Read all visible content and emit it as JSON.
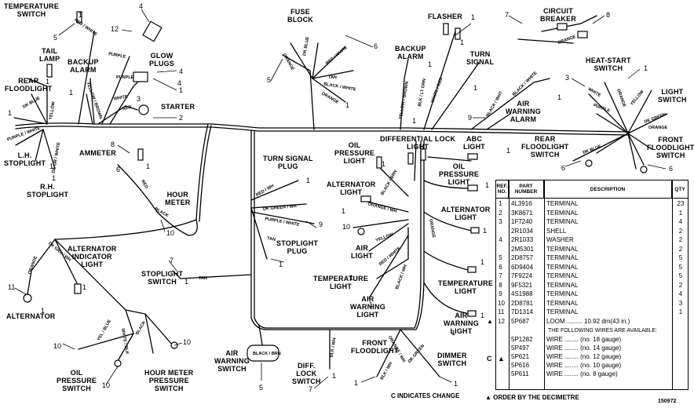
{
  "labels": {
    "temperature_switch": "TEMPERATURE\nSWITCH",
    "tail_lamp": "TAIL\nLAMP",
    "backup_alarm_left": "BACKUP\nALARM",
    "glow_plugs": "GLOW\nPLUGS",
    "rear_floodlight_left": "REAR\nFLOODLIGHT",
    "starter": "STARTER",
    "fuse_block": "FUSE\nBLOCK",
    "flasher": "FLASHER",
    "backup_alarm_top": "BACKUP\nALARM",
    "turn_signal": "TURN\nSIGNAL",
    "circuit_breaker": "CIRCUIT\nBREAKER",
    "heat_start_switch": "HEAT-START\nSWITCH",
    "light_switch": "LIGHT\nSWITCH",
    "air_warning_alarm": "AIR\nWARNING\nALARM",
    "lh_stoplight": "L.H.\nSTOPLIGHT",
    "rh_stoplight": "R.H.\nSTOPLIGHT",
    "ammeter": "AMMETER",
    "hour_meter": "HOUR\nMETER",
    "turn_signal_plug": "TURN SIGNAL\nPLUG",
    "oil_pressure_light_top": "OIL\nPRESSURE\nLIGHT",
    "differential_lock_light": "DIFFERENTIAL LOCK\nLIGHT",
    "abc_light": "ABC\nLIGHT",
    "rear_floodlight_switch": "REAR\nFLOODLIGHT\nSWITCH",
    "front_floodlight_switch": "FRONT\nFLOODLIGHT\nSWITCH",
    "alternator_light_left": "ALTERNATOR\nLIGHT",
    "oil_pressure_light_right": "OIL\nPRESSURE\nLIGHT",
    "alternator_light_right": "ALTERNATOR\nLIGHT",
    "alternator_indicator_light": "ALTERNATOR\nINDICATOR\nLIGHT",
    "stoplight_plug": "STOPLIGHT\nPLUG",
    "air_light": "AIR\nLIGHT",
    "stoplight_switch": "STOPLIGHT\nSWITCH",
    "temperature_light_left": "TEMPERATURE\nLIGHT",
    "temperature_light_right": "TEMPERATURE\nLIGHT",
    "alternator": "ALTERNATOR",
    "air_warning_light_left": "AIR\nWARNING\nLIGHT",
    "air_warning_light_right": "AIR\nWARNING\nLIGHT",
    "oil_pressure_switch": "OIL\nPRESSURE\nSWITCH",
    "hour_meter_pressure_switch": "HOUR METER\nPRESSURE\nSWITCH",
    "air_warning_switch": "AIR\nWARNING\nSWITCH",
    "diff_lock_switch": "DIFF.\nLOCK\nSWITCH",
    "front_floodlight": "FRONT\nFLOODLIGHT",
    "dimmer_switch": "DIMMER\nSWITCH",
    "c_indicates_change": "C INDICATES CHANGE",
    "order_by_decimetre": "▲ ORDER BY THE DECIMETRE",
    "drawing_number": "150972"
  },
  "wire_labels": {
    "red_white_1": "RED / WHITE",
    "purple": "PURPLE",
    "purple_2": "PURPLE",
    "white": "WHITE",
    "red": "RED",
    "yellow_brown": "YELLOW / BROWN",
    "dk_blue_1": "DK BLUE",
    "yellow_1": "YELLOW",
    "purple_white": "PURPLE / WHITE",
    "dk_gr_white": "DK GR / WHITE",
    "orange_1": "ORANGE",
    "dk_blue_2": "DK BLUE",
    "red_white_2": "RED / WHITE",
    "tan_1": "TAN",
    "black_white_1": "BLACK / WHITE",
    "orange_2": "ORANGE",
    "yellow_brown_2": "YELLOW / BROWN",
    "blk_lt_grn": "BLK / LT GRN",
    "white_red": "WHITE / RED",
    "orange_3": "ORANGE",
    "black_white_2": "BLACK / WHITE",
    "black_white_3": "BLACK / WHT",
    "white_2": "WHITE",
    "purple_3": "PURPLE",
    "yellow_2": "YELLOW",
    "orange_4": "ORANGE",
    "dk_green": "DK GREEN",
    "orange_5": "ORANGE",
    "dk_blue_3": "DK BLUE",
    "red_2": "RED",
    "black_1": "BLACK",
    "red_wh": "RED / WH",
    "dk_green_wh": "DK GREEN / WH",
    "purple_white_2": "PURPLE / WHITE",
    "tan_2": "TAN",
    "black_brn": "BLACK / BRN",
    "orange_wh": "ORANGE / WH",
    "red_white_3": "RED / WHITE",
    "yellow_3": "YELLOW",
    "black_wh": "BLACK / WH",
    "orange_6": "ORANGE",
    "tan_3": "TAN",
    "yel_blue": "YEL / BLUE",
    "white_blk": "WHITE / BLK",
    "black_2": "BLACK",
    "black_brn_2": "BLACK / BRN",
    "blk_wh": "BLK / WH",
    "dk_green_2": "DK GREEN",
    "orange_wh_2": "ORANGE / WH",
    "dk_grn_wh": "DK GRN / WH",
    "orange_7": "ORANGE",
    "blk_wh_2": "BLK / WH"
  },
  "parts_table": {
    "headers": {
      "ref": "REF.\nNO.",
      "part": "PART\nNUMBER",
      "desc": "DESCRIPTION",
      "qty": "QTY"
    },
    "rows": [
      {
        "mark": "",
        "ref": "1",
        "part": "4L3916",
        "desc": "TERMINAL",
        "qty": "23"
      },
      {
        "mark": "",
        "ref": "2",
        "part": "3K8671",
        "desc": "TERMINAL",
        "qty": "1"
      },
      {
        "mark": "",
        "ref": "3",
        "part": "1F7240",
        "desc": "TERMINAL",
        "qty": "4"
      },
      {
        "mark": "",
        "ref": "",
        "part": "2R1034",
        "desc": "SHELL",
        "qty": "2"
      },
      {
        "mark": "",
        "ref": "4",
        "part": "2R1033",
        "desc": "WASHER",
        "qty": "2"
      },
      {
        "mark": "",
        "ref": "",
        "part": "2M5301",
        "desc": "TERMINAL",
        "qty": "2"
      },
      {
        "mark": "",
        "ref": "5",
        "part": "2D8757",
        "desc": "TERMINAL",
        "qty": "5"
      },
      {
        "mark": "",
        "ref": "6",
        "part": "6D9404",
        "desc": "TERMINAL",
        "qty": "5"
      },
      {
        "mark": "",
        "ref": "7",
        "part": "7F9224",
        "desc": "TERMINAL",
        "qty": "5"
      },
      {
        "mark": "",
        "ref": "8",
        "part": "9F5321",
        "desc": "TERMINAL",
        "qty": "2"
      },
      {
        "mark": "",
        "ref": "9",
        "part": "4S1988",
        "desc": "TERMINAL",
        "qty": "4"
      },
      {
        "mark": "",
        "ref": "10",
        "part": "2D8781",
        "desc": "TERMINAL",
        "qty": "3"
      },
      {
        "mark": "",
        "ref": "11",
        "part": "7D1314",
        "desc": "TERMINAL",
        "qty": "1"
      },
      {
        "mark": "▲",
        "ref": "12",
        "part": "5P687",
        "desc": "LOOM ......... 10.92 dm(43 in.)",
        "qty": ""
      }
    ],
    "wires_heading": "THE FOLLOWING WIRES ARE AVAILABLE:",
    "wire_rows": [
      {
        "part": "5P1282",
        "desc": "WIRE ........ (no. 18 gauge)"
      },
      {
        "part": "5P497",
        "desc": "WIRE ........ (no. 14 gauge)"
      },
      {
        "part": "5P621",
        "desc": "WIRE ........ (no. 12 gauge)"
      },
      {
        "part": "5P616",
        "desc": "WIRE ........ (no. 10 gauge)"
      },
      {
        "part": "5P611",
        "desc": "WIRE ........ (no. 8 gauge)"
      }
    ],
    "wire_marks": {
      "c": "C",
      "tri": "▲"
    }
  },
  "refs": {
    "r5a": "5",
    "r4a": "4",
    "r12a": "12",
    "r1a": "1",
    "r1b": "1",
    "r4b": "4",
    "r1c": "1",
    "r1d": "1",
    "r3a": "3",
    "r2a": "2",
    "r1e": "1",
    "r1f": "1",
    "r5b": "5",
    "r6a": "6",
    "r1g": "1",
    "r1h": "1",
    "r7a": "7",
    "r8a": "8",
    "r3b": "3",
    "r1i": "1",
    "r1j": "1",
    "r9a": "9",
    "r1k": "1",
    "r6b": "6",
    "r6c": "6",
    "r8b": "8",
    "r6d": "6",
    "r10a": "10",
    "r1l": "1",
    "r1m": "1",
    "r1n": "1",
    "r1o": "1",
    "r9b": "9",
    "r10b": "10",
    "r1p": "1",
    "r1q": "1",
    "r1r": "1",
    "r1s": "1",
    "r1t": "1",
    "r1u": "1",
    "r1v": "1",
    "r1w": "1",
    "r7b": "7",
    "r11a": "11",
    "r1x": "1",
    "r1y": "1",
    "r10c": "10",
    "r10d": "10",
    "r10e": "10",
    "r5c": "5",
    "r7c": "7",
    "r1z": "1",
    "r1aa": "1",
    "r1bb": "1",
    "r1cc": "1",
    "r1dd": "1",
    "r1ee": "1",
    "r1ff": "1",
    "r1gg": "1",
    "r1hh": "1",
    "r4c": "4"
  }
}
